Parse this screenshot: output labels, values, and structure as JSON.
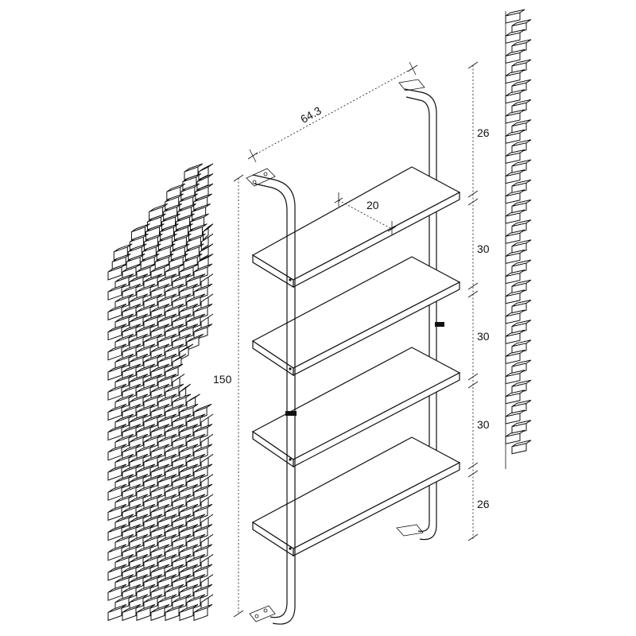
{
  "dimensions": {
    "width": "64.3",
    "depth": "20",
    "height_total": "150",
    "spacing": [
      "26",
      "30",
      "30",
      "30",
      "26"
    ]
  },
  "colors": {
    "line": "#111111",
    "background": "#ffffff"
  }
}
